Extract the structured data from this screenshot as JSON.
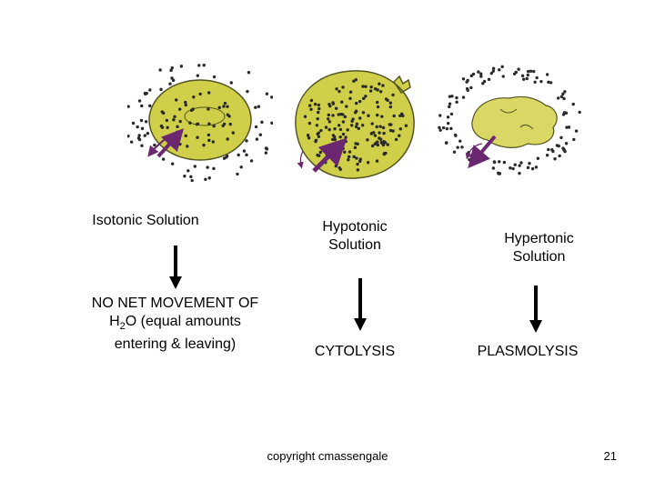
{
  "colors": {
    "cell_fill": "#cfcf4a",
    "cell_stroke": "#555522",
    "dot": "#2a2a2a",
    "water_arrow": "#6b2870",
    "process_arrow": "#000000"
  },
  "columns": [
    {
      "solution_label": "Isotonic Solution",
      "result_label": "NO NET MOVEMENT OF",
      "result_sub": {
        "before": "H",
        "subscript": "2",
        "after": "O (equal amounts"
      },
      "result_line3": "entering & leaving)"
    },
    {
      "solution_label_line1": "Hypotonic",
      "solution_label_line2": "Solution",
      "result_label": "CYTOLYSIS"
    },
    {
      "solution_label_line1": "Hypertonic",
      "solution_label_line2": "Solution",
      "result_label": "PLASMOLYSIS"
    }
  ],
  "footer": {
    "copyright": "copyright cmassengale",
    "page_number": "21"
  }
}
